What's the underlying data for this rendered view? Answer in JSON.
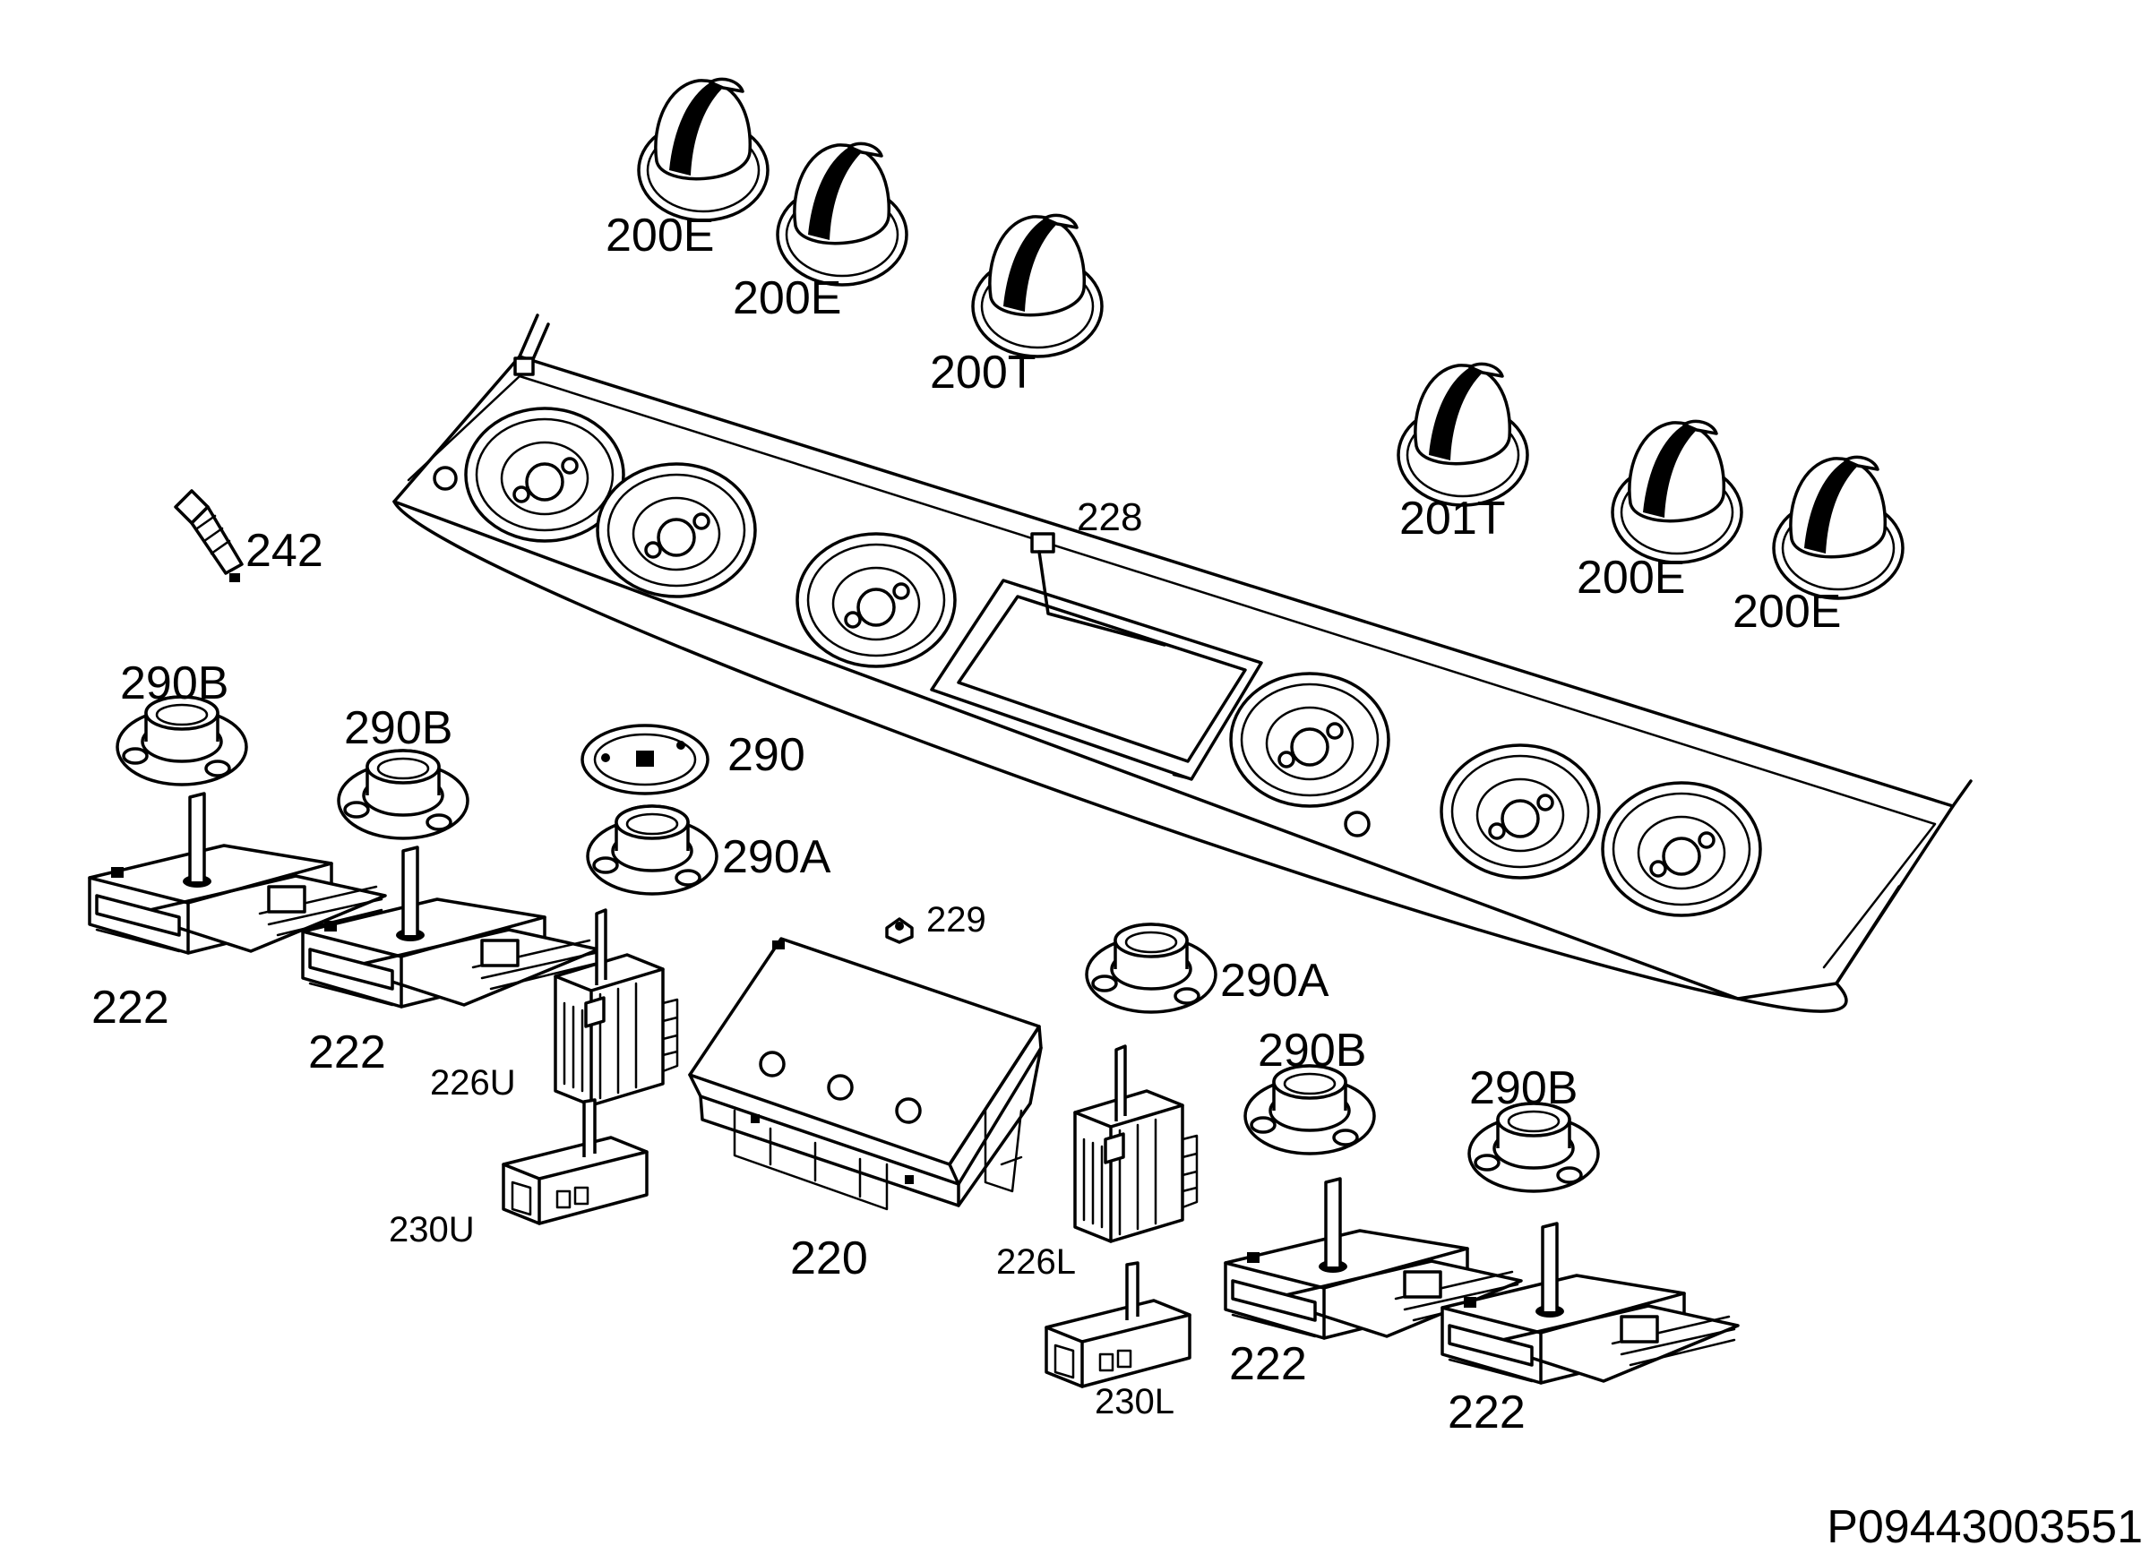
{
  "labels": {
    "k1": "200E",
    "k2": "200E",
    "k3": "200T",
    "k4": "201T",
    "k5": "200E",
    "k6": "200E",
    "panel_screw": "228",
    "probe": "242",
    "ring_b1": "290B",
    "ring_b2": "290B",
    "ring_b3": "290B",
    "ring_b4": "290B",
    "ring_plate": "290",
    "ring_a1": "290A",
    "ring_a2": "290A",
    "sw1": "222",
    "sw2": "222",
    "sw3": "222",
    "sw4": "222",
    "sel_u": "226U",
    "sel_l": "226L",
    "mini_u": "230U",
    "mini_l": "230L",
    "nut": "229",
    "timer": "220"
  },
  "reference": "P09443003551"
}
